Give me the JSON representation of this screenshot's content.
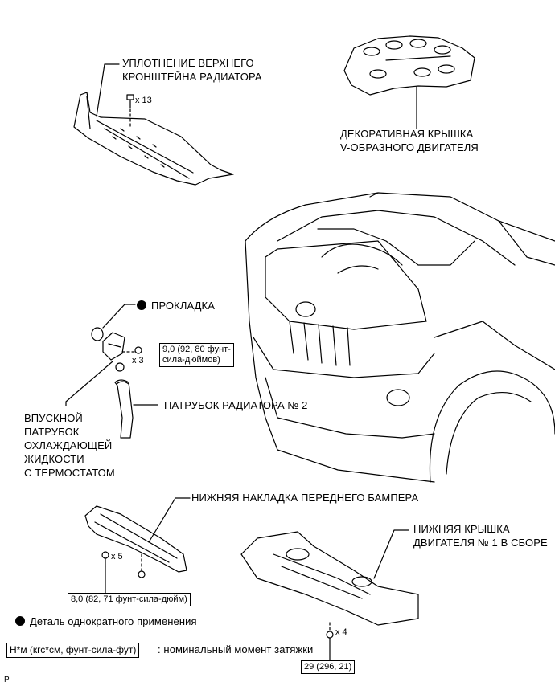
{
  "labels": {
    "upper_seal": [
      "УПЛОТНЕНИЕ ВЕРХНЕГО",
      "КРОНШТЕЙНА РАДИАТОРА"
    ],
    "engine_cover": [
      "ДЕКОРАТИВНАЯ КРЫШКА",
      "V-ОБРАЗНОГО ДВИГАТЕЛЯ"
    ],
    "gasket": "ПРОКЛАДКА",
    "radiator_hose": "ПАТРУБОК РАДИАТОРА № 2",
    "inlet_pipe": [
      "ВПУСКНОЙ",
      "ПАТРУБОК",
      "ОХЛАЖДАЮЩЕЙ",
      "ЖИДКОСТИ",
      "С ТЕРМОСТАТОМ"
    ],
    "bumper_cover": "НИЖНЯЯ НАКЛАДКА ПЕРЕДНЕГО БАМПЕРА",
    "engine_undercover": [
      "НИЖНЯЯ КРЫШКА",
      "ДВИГАТЕЛЯ № 1 В СБОРЕ"
    ]
  },
  "quantities": {
    "clips_seal": "x 13",
    "bolts_inlet": "x 3",
    "bolts_bumper": "x 5",
    "bolts_undercover": "x 4"
  },
  "torques": {
    "inlet": [
      "9,0 (92, 80 фунт-",
      "сила-дюймов)"
    ],
    "bumper": "8,0 (82, 71 фунт-сила-дюйм)",
    "undercover": "29 (296, 21)"
  },
  "legend": {
    "non_reusable": "Деталь однократного применения",
    "torque_box": "Н*м (кгс*см, фунт-сила-фут)",
    "torque_text": ": номинальный момент затяжки"
  },
  "footer_code": "P",
  "colors": {
    "ink": "#000000",
    "paper": "#ffffff"
  }
}
